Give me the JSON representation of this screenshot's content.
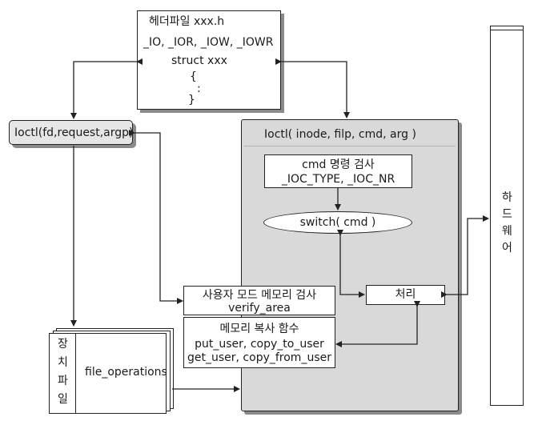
{
  "header_file": {
    "title": "헤더파일 xxx.h",
    "macros": "_IO, _IOR, _IOW, _IOWR",
    "struct_line": "struct xxx",
    "brace_open": "{",
    "colon": ":",
    "brace_close": "}"
  },
  "user_ioctl": {
    "label": "Ioctl(fd,request,argp)"
  },
  "kernel_ioctl": {
    "signature": "Ioctl( inode, filp, cmd, arg )",
    "cmd_check_line1": "cmd 명령 검사",
    "cmd_check_line2": "_IOC_TYPE, _IOC_NR",
    "switch_label": "switch( cmd )",
    "process_label": "처리"
  },
  "user_mode_check": {
    "line1": "사용자 모드 메모리 검사",
    "line2": "verify_area"
  },
  "memory_copy": {
    "line1": "메모리 복사 함수",
    "line2": "put_user, copy_to_user",
    "line3": "get_user, copy_from_user"
  },
  "device_file": {
    "chars": [
      "장",
      "치",
      "파",
      "일"
    ],
    "fops": "file_operations"
  },
  "hardware": {
    "chars": [
      "하",
      "드",
      "웨",
      "어"
    ]
  },
  "colors": {
    "kernel_bg": "#d9d9d9",
    "box_border": "#222222",
    "shadow": "#8a8a8a",
    "user_box_bg": "#e6e6e6"
  }
}
